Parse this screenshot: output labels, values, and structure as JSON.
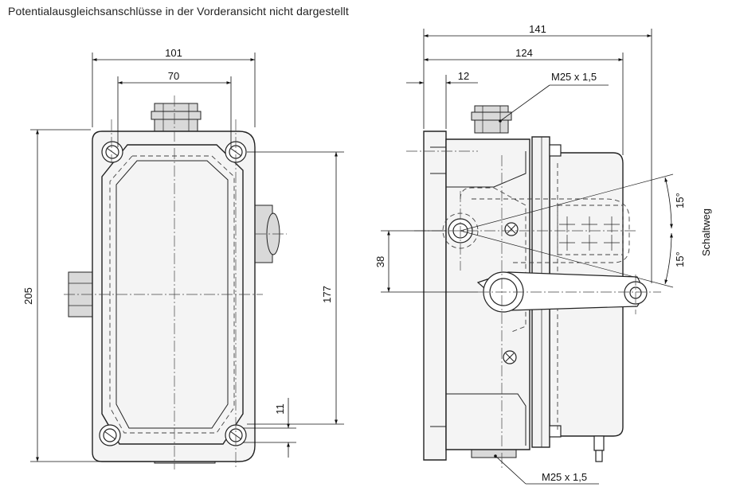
{
  "caption": "Potentialausgleichsanschlüsse in der Vorderansicht nicht dargestellt",
  "front_view": {
    "dim_width_outer": "101",
    "dim_width_inner": "70",
    "dim_height_outer": "205",
    "dim_height_inner": "177",
    "dim_small": "11"
  },
  "side_view": {
    "dim_total": "141",
    "dim_body": "124",
    "dim_flange": "12",
    "dim_offset": "38",
    "thread_top": "M25 x 1,5",
    "thread_bottom": "M25 x 1,5",
    "angle_upper": "15°",
    "angle_lower": "15°",
    "travel_label": "Schaltweg"
  }
}
